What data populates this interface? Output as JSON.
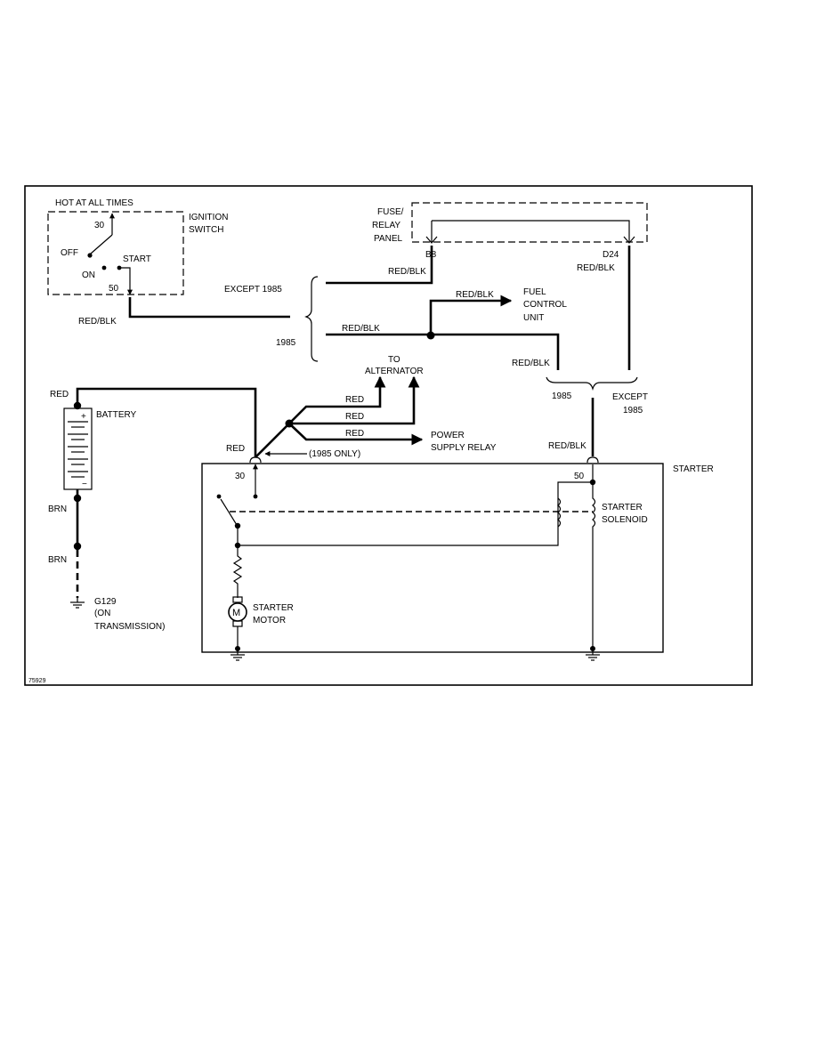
{
  "ignition_switch": {
    "hot_label": "HOT AT ALL TIMES",
    "name_line1": "IGNITION",
    "name_line2": "SWITCH",
    "pin_30": "30",
    "pos_off": "OFF",
    "pos_on": "ON",
    "pos_start": "START",
    "pin_50": "50",
    "wire_out": "RED/BLK"
  },
  "fuse_panel": {
    "line1": "FUSE/",
    "line2": "RELAY",
    "line3": "PANEL",
    "pin_b8": "B8",
    "pin_d24": "D24",
    "wire_b8": "RED/BLK",
    "wire_d24": "RED/BLK"
  },
  "year_branch": {
    "except_1985": "EXCEPT 1985",
    "year_1985": "1985",
    "wire_1985": "RED/BLK",
    "wire_fcu": "RED/BLK",
    "wire_down": "RED/BLK",
    "merge_1985": "1985",
    "merge_except_line1": "EXCEPT",
    "merge_except_line2": "1985",
    "wire_starter": "RED/BLK"
  },
  "fuel_control": {
    "line1": "FUEL",
    "line2": "CONTROL",
    "line3": "UNIT"
  },
  "alternator": {
    "line1": "TO",
    "line2": "ALTERNATOR",
    "wire1": "RED",
    "wire2": "RED"
  },
  "power_supply": {
    "wire": "RED",
    "line1": "POWER",
    "line2": "SUPPLY RELAY",
    "note": "(1985 ONLY)"
  },
  "battery": {
    "name": "BATTERY",
    "wire_pos": "RED",
    "wire_neg1": "BRN",
    "wire_neg2": "BRN",
    "plus": "+",
    "minus": "−"
  },
  "ground": {
    "id": "G129",
    "line2": "(ON",
    "line3": "TRANSMISSION)"
  },
  "starter": {
    "name": "STARTER",
    "wire_30": "RED",
    "pin_30": "30",
    "pin_50": "50",
    "solenoid_line1": "STARTER",
    "solenoid_line2": "SOLENOID",
    "motor_line1": "STARTER",
    "motor_line2": "MOTOR",
    "motor_symbol": "M"
  },
  "figure_id": "75929"
}
